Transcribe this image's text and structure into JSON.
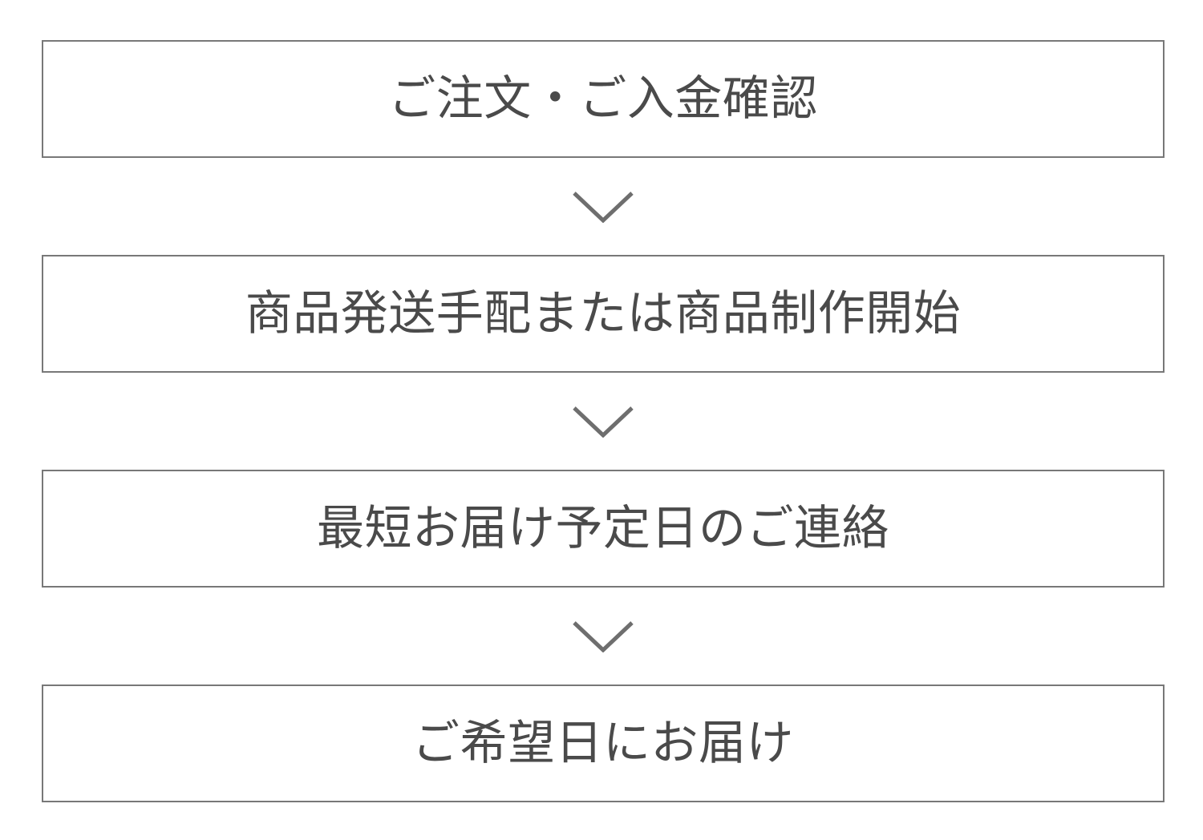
{
  "page": {
    "background_color": "#ffffff",
    "box_border_color": "#787878",
    "text_color": "#4a4a4a",
    "arrow_color": "#6e6e6e"
  },
  "flow": {
    "steps": [
      {
        "label": "ご注文・ご入金確認"
      },
      {
        "label": "商品発送手配または商品制作開始"
      },
      {
        "label": "最短お届け予定日のご連絡"
      },
      {
        "label": "ご希望日にお届け"
      }
    ],
    "connectors": [
      {
        "icon": "chevron-down-icon"
      },
      {
        "icon": "chevron-down-icon"
      },
      {
        "icon": "chevron-down-icon"
      }
    ]
  }
}
